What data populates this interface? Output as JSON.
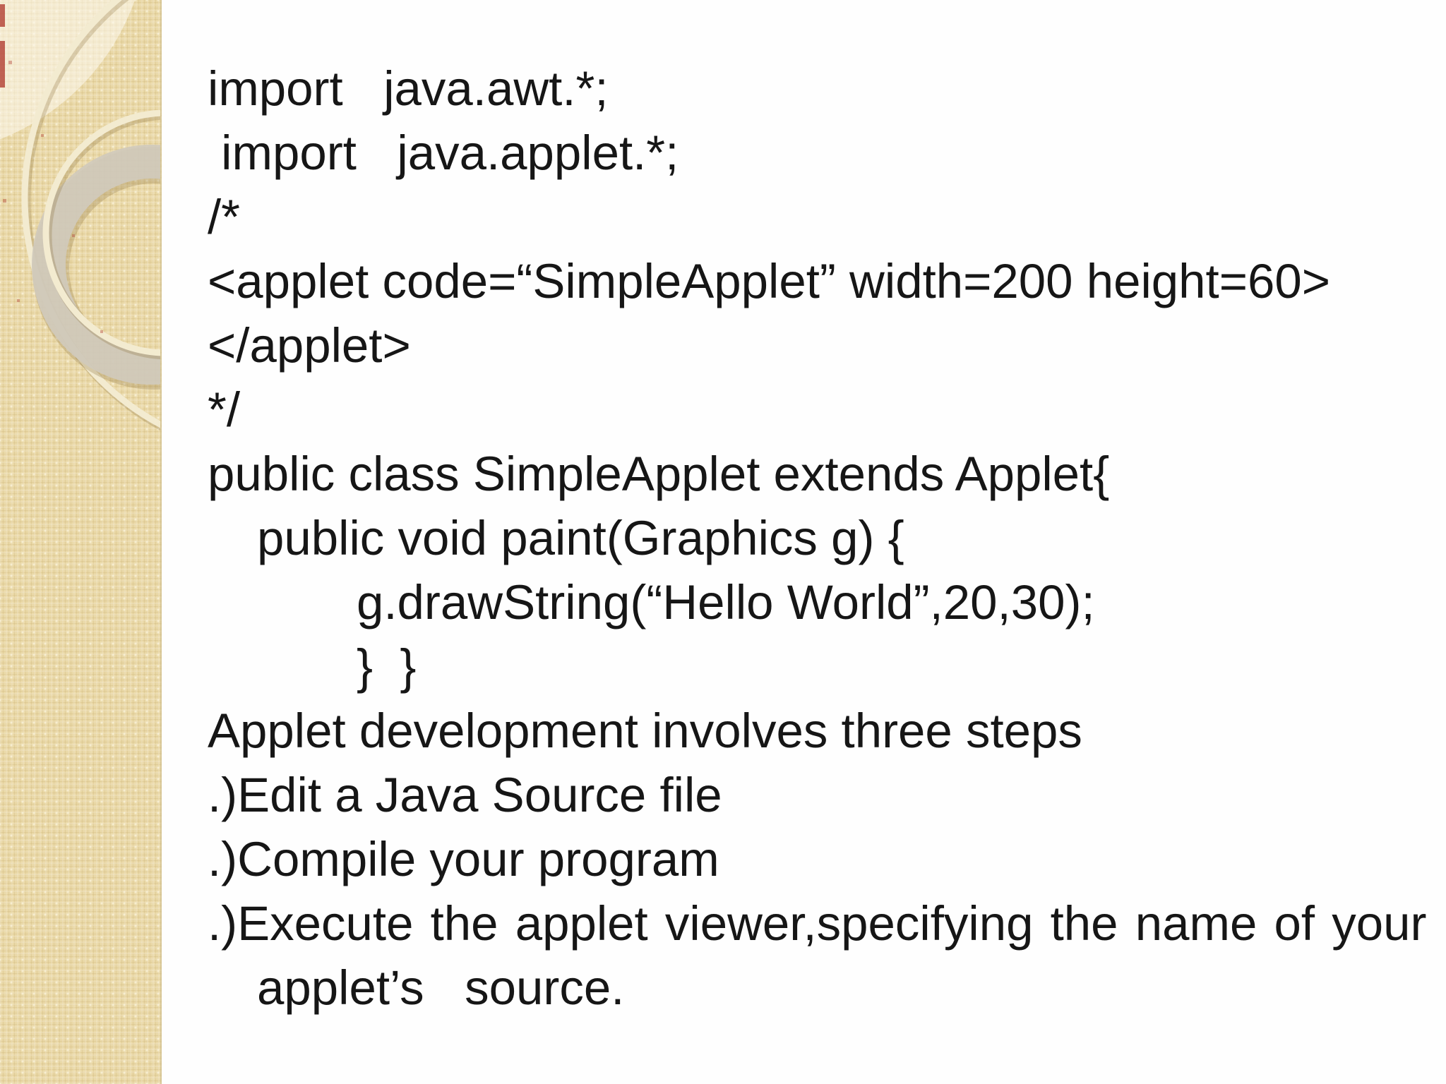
{
  "theme": {
    "content_bg": "#fefefe",
    "sidebar_bg": "#ead9a8",
    "circle_cream": "#f3ebd0",
    "ring_gray": "#d0cabc",
    "text_color": "#161616",
    "artifact_red": "#b03a2e"
  },
  "code_lines": [
    "import   java.awt.*;",
    " import   java.applet.*;",
    "/*",
    "<applet code=“SimpleApplet” width=200 height=60>",
    "</applet>",
    "*/",
    "public class SimpleApplet extends Applet{",
    "public void paint(Graphics g) {",
    "g.drawString(“Hello World”,20,30);",
    "}  }",
    "Applet development involves three steps",
    ".)Edit a Java Source file",
    ".)Compile your program",
    ".)Execute the applet viewer,specifying the name of your",
    "applet’s   source."
  ]
}
